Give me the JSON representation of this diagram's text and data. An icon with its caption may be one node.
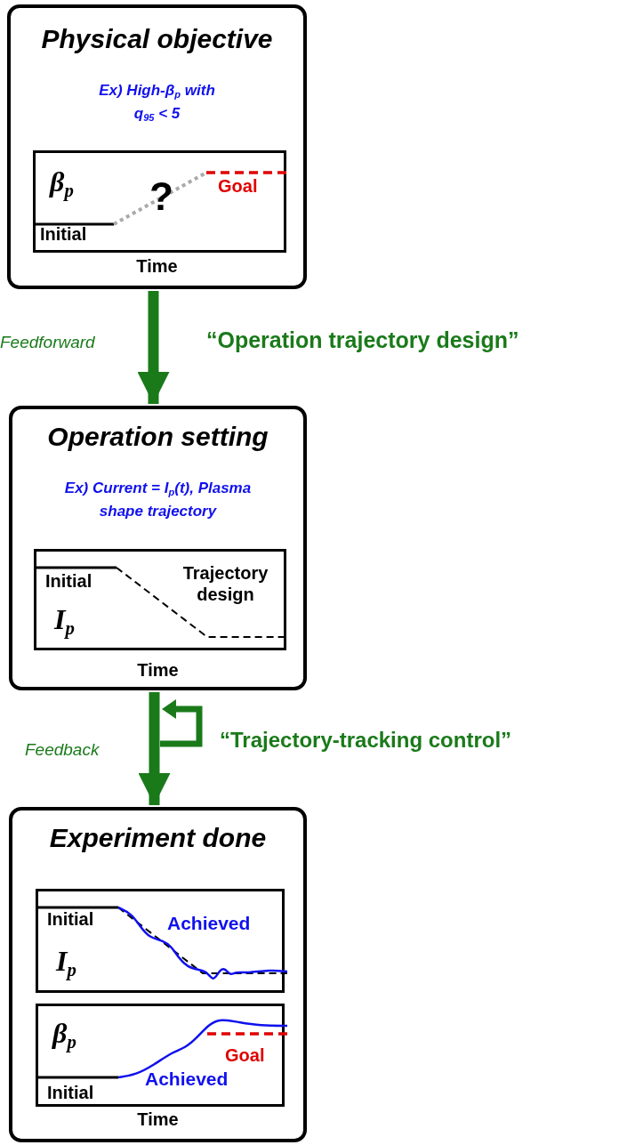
{
  "diagram": {
    "nodes": [
      {
        "text": [
          "Physical objective",
          "Ex) High-β$_{p}$ with q$_{95}$ < 5",
          "Time"
        ]
      },
      {
        "text": [
          "β$_{p}$",
          "?",
          "Goal",
          "Initial"
        ],
        "in": 0
      },
      {
        "text": [
          "Operation setting",
          "Ex) Current = I$_{p}$(t), Plasma shape trajectory",
          "Time"
        ]
      },
      {
        "text": [
          "Initial",
          "Trajectory design",
          "I$_{p}$"
        ],
        "in": 2
      },
      {
        "text": [
          "Experiment done",
          "Time"
        ]
      },
      {
        "text": [
          "Initial",
          "Achieved",
          "I$_{p}$"
        ],
        "in": 4
      },
      {
        "text": [
          "β$_{p}$",
          "Goal",
          "Achieved",
          "Initial"
        ],
        "in": 4
      }
    ],
    "edges": [
      {
        "from": 0,
        "to": 2,
        "arrow": "to",
        "label": "Feedforward"
      },
      {
        "from": 2,
        "to": 4,
        "arrow": "to",
        "label": "Feedback"
      }
    ],
    "labels": [
      "“Operation trajectory design”",
      "“Trajectory-tracking control”"
    ]
  }
}
